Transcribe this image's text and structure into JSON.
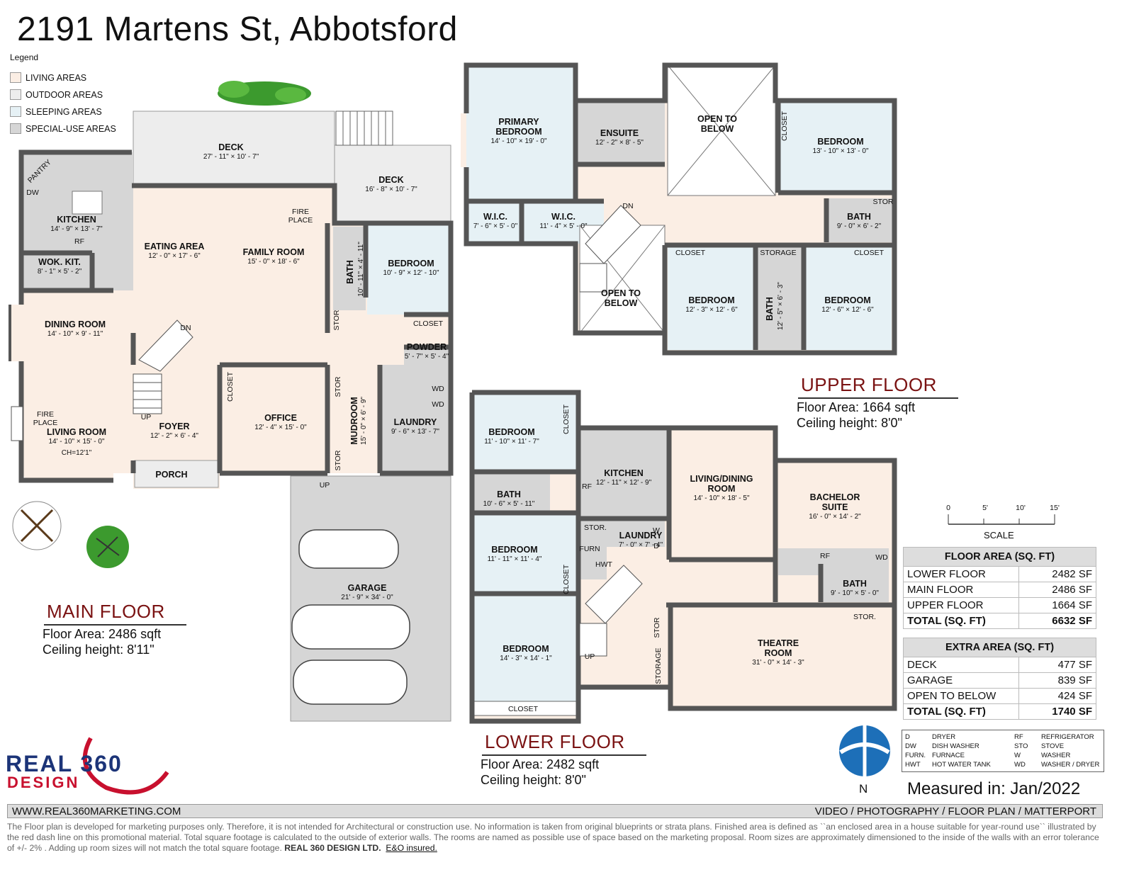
{
  "title": "2191 Martens St, Abbotsford",
  "legend": {
    "title": "Legend",
    "items": [
      {
        "label": "LIVING AREAS",
        "color": "#fbeee4"
      },
      {
        "label": "OUTDOOR AREAS",
        "color": "#ededed"
      },
      {
        "label": "SLEEPING AREAS",
        "color": "#e6f1f5"
      },
      {
        "label": "SPECIAL-USE AREAS",
        "color": "#d6d6d6"
      }
    ]
  },
  "colors": {
    "living": "#fbeee4",
    "outdoor": "#ededed",
    "sleeping": "#e6f1f5",
    "special": "#d6d6d6",
    "wall": "#555555",
    "accent_red": "#7a1212"
  },
  "main_floor": {
    "title": "MAIN FLOOR",
    "area_line": "Floor Area: 2486 sqft",
    "ceiling_line": "Ceiling height: 8'11\"",
    "rooms": {
      "deck1": {
        "name": "DECK",
        "dim": "27' - 11\" × 10' - 7\""
      },
      "deck2": {
        "name": "DECK",
        "dim": "16' - 8\" × 10' - 7\""
      },
      "kitchen": {
        "name": "KITCHEN",
        "dim": "14' - 9\" × 13' - 7\""
      },
      "eating": {
        "name": "EATING AREA",
        "dim": "12' - 0\" × 17' - 6\""
      },
      "family": {
        "name": "FAMILY ROOM",
        "dim": "15' - 0\" × 18' - 6\""
      },
      "wok": {
        "name": "WOK. KIT.",
        "dim": "8' - 1\" × 5' - 2\""
      },
      "dining": {
        "name": "DINING ROOM",
        "dim": "14' - 10\" × 9' - 11\""
      },
      "living": {
        "name": "LIVING ROOM",
        "dim": "14' - 10\" × 15' - 0\"",
        "extra": "CH=12'1\""
      },
      "foyer": {
        "name": "FOYER",
        "dim": "12' - 2\" × 6' - 4\""
      },
      "office": {
        "name": "OFFICE",
        "dim": "12' - 4\" × 15' - 0\""
      },
      "bedroom": {
        "name": "BEDROOM",
        "dim": "10' - 9\" × 12' - 10\""
      },
      "bath": {
        "name": "BATH",
        "dim": "10' - 11\" × 4' - 11\""
      },
      "powder": {
        "name": "POWDER",
        "dim": "5' - 7\" × 5' - 4\""
      },
      "laundry": {
        "name": "LAUNDRY",
        "dim": "9' - 6\" × 13' - 7\""
      },
      "mudroom": {
        "name": "MUDROOM",
        "dim": "15' - 0\" × 6' - 9\""
      },
      "porch": {
        "name": "PORCH"
      },
      "garage": {
        "name": "GARAGE",
        "dim": "21' - 9\" × 34' - 0\""
      }
    },
    "small": {
      "pantry": "PANTRY",
      "dw": "DW",
      "rf": "RF",
      "fireplace1": "FIRE\nPLACE",
      "fireplace2": "FIRE\nPLACE",
      "stor1": "STOR",
      "stor2": "STOR",
      "stor3": "STOR",
      "closet1": "CLOSET",
      "closet2": "CLOSET",
      "wd1": "WD",
      "wd2": "WD",
      "up1": "UP",
      "up2": "UP",
      "dn": "DN"
    }
  },
  "upper_floor": {
    "title": "UPPER FLOOR",
    "area_line": "Floor Area: 1664 sqft",
    "ceiling_line": "Ceiling height: 8'0\"",
    "rooms": {
      "primary": {
        "name": "PRIMARY\nBEDROOM",
        "dim": "14' - 10\" × 19' - 0\""
      },
      "ensuite": {
        "name": "ENSUITE",
        "dim": "12' - 2\" × 8' - 5\""
      },
      "otb1": {
        "name": "OPEN TO\nBELOW"
      },
      "otb2": {
        "name": "OPEN TO\nBELOW"
      },
      "bed1": {
        "name": "BEDROOM",
        "dim": "13' - 10\" × 13' - 0\""
      },
      "wic1": {
        "name": "W.I.C.",
        "dim": "7' - 6\" × 5' - 0\""
      },
      "wic2": {
        "name": "W.I.C.",
        "dim": "11' - 4\" × 5' - 0\""
      },
      "bath1": {
        "name": "BATH",
        "dim": "9' - 0\" × 6' - 2\""
      },
      "bed2": {
        "name": "BEDROOM",
        "dim": "12' - 3\" × 12' - 6\""
      },
      "bath2": {
        "name": "BATH",
        "dim": "12' - 5\" × 6' - 3\""
      },
      "bed3": {
        "name": "BEDROOM",
        "dim": "12' - 6\" × 12' - 6\""
      }
    },
    "small": {
      "closet1": "CLOSET",
      "closet2": "CLOSET",
      "closet3": "CLOSET",
      "storage": "STORAGE",
      "stor": "STOR",
      "dn": "DN"
    }
  },
  "lower_floor": {
    "title": "LOWER FLOOR",
    "area_line": "Floor Area: 2482 sqft",
    "ceiling_line": "Ceiling height: 8'0\"",
    "rooms": {
      "bed1": {
        "name": "BEDROOM",
        "dim": "11' - 10\" × 11' - 7\""
      },
      "bath": {
        "name": "BATH",
        "dim": "10' - 6\" × 5' - 11\""
      },
      "kitchen": {
        "name": "KITCHEN",
        "dim": "12' - 11\" × 12' - 9\""
      },
      "livdin": {
        "name": "LIVING/DINING\nROOM",
        "dim": "14' - 10\" × 18' - 5\""
      },
      "bachelor": {
        "name": "BACHELOR\nSUITE",
        "dim": "16' - 0\" × 14' - 2\""
      },
      "bed2": {
        "name": "BEDROOM",
        "dim": "11' - 11\" × 11' - 4\""
      },
      "laundry": {
        "name": "LAUNDRY",
        "dim": "7' - 0\" × 7' - 4\""
      },
      "bath2": {
        "name": "BATH",
        "dim": "9' - 10\" × 5' - 0\""
      },
      "bed3": {
        "name": "BEDROOM",
        "dim": "14' - 3\" × 14' - 1\""
      },
      "theatre": {
        "name": "THEATRE\nROOM",
        "dim": "31' - 0\" × 14' - 3\""
      }
    },
    "small": {
      "closet1": "CLOSET",
      "closet2": "CLOSET",
      "closet3": "CLOSET",
      "stor1": "STOR.",
      "stor2": "STOR.",
      "stor3": "STOR",
      "storage": "STORAGE",
      "rf1": "RF",
      "rf2": "RF",
      "wd": "WD",
      "furn": "FURN",
      "hwt": "HWT",
      "up": "UP",
      "w": "W",
      "d": "D"
    }
  },
  "scale": {
    "ticks": [
      "0",
      "5'",
      "10'",
      "15'"
    ],
    "label": "SCALE"
  },
  "floor_area_table": {
    "header": "FLOOR AREA (SQ. FT)",
    "rows": [
      {
        "label": "LOWER FLOOR",
        "value": "2482 SF"
      },
      {
        "label": "MAIN FLOOR",
        "value": "2486 SF"
      },
      {
        "label": "UPPER FLOOR",
        "value": "1664 SF"
      }
    ],
    "total": {
      "label": "TOTAL (SQ. FT)",
      "value": "6632 SF"
    }
  },
  "extra_area_table": {
    "header": "EXTRA AREA (SQ. FT)",
    "rows": [
      {
        "label": "DECK",
        "value": "477 SF"
      },
      {
        "label": "GARAGE",
        "value": "839 SF"
      },
      {
        "label": "OPEN TO BELOW",
        "value": "424 SF"
      }
    ],
    "total": {
      "label": "TOTAL (SQ. FT)",
      "value": "1740 SF"
    }
  },
  "abbreviations": [
    {
      "k": "D",
      "v": "DRYER"
    },
    {
      "k": "RF",
      "v": "REFRIGERATOR"
    },
    {
      "k": "DW",
      "v": "DISH WASHER"
    },
    {
      "k": "STO",
      "v": "STOVE"
    },
    {
      "k": "FURN.",
      "v": "FURNACE"
    },
    {
      "k": "W",
      "v": "WASHER"
    },
    {
      "k": "HWT",
      "v": "HOT WATER TANK"
    },
    {
      "k": "WD",
      "v": "WASHER / DRYER"
    }
  ],
  "north_label": "N",
  "measured": "Measured in: Jan/2022",
  "logo": {
    "line1": "REAL 360",
    "line2": "DESIGN"
  },
  "footer": {
    "website": "WWW.REAL360MARKETING.COM",
    "services": "VIDEO / PHOTOGRAPHY / FLOOR PLAN / MATTERPORT",
    "disclaimer_a": "The Floor plan is developed for marketing purposes only. Therefore, it is not intended for Architectural or construction use. No information is taken from original blueprints or strata plans. Finished area is defined as ``an enclosed area in a house suitable for year-round use`` illustrated by the red dash line on this promotional material. Total square footage is calculated to the outside of exterior walls. The rooms are named as possible use of space based on the marketing proposal. Room sizes are approximately dimensioned to the inside of the walls with an error tolerance of +/- 2% . Adding up room sizes will not match the total square footage.",
    "company": "REAL 360 DESIGN LTD.",
    "eo": "E&O insured."
  }
}
